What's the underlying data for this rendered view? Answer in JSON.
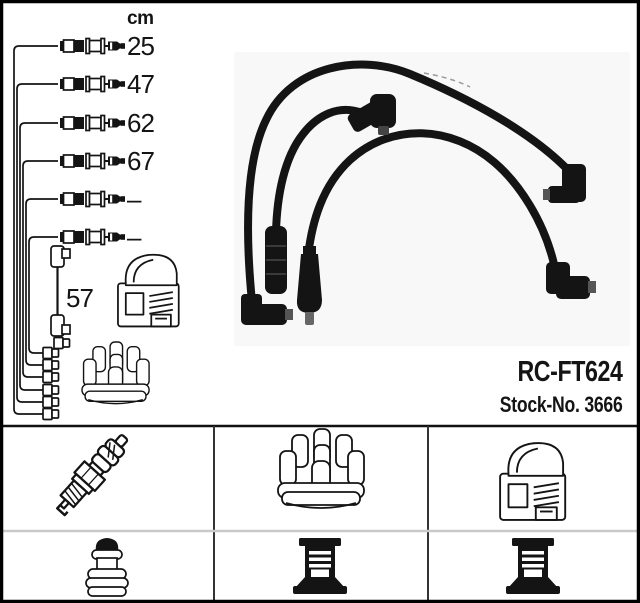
{
  "measurements": {
    "unit_label": "cm",
    "cable_lengths_cm": [
      "25",
      "47",
      "62",
      "67",
      "–",
      "–"
    ],
    "coil_cable_length_cm": "57"
  },
  "product": {
    "part_number": "RC-FT624",
    "stock_number": "Stock-No. 3666"
  },
  "parts_grid": {
    "row1_icons": [
      "spark-plug-icon",
      "distributor-cap-icon",
      "ignition-coil-icon"
    ],
    "row2_icons": [
      "plug-boot-icon",
      "terminal-post-icon",
      "terminal-post-icon"
    ]
  },
  "left_diagram_icons": [
    "cable-connector-icon",
    "terminal-stub-icon",
    "ignition-coil-icon",
    "distributor-cap-icon"
  ],
  "colors": {
    "line_art": "#141414",
    "divider_light": "#c9c9c9",
    "border": "#000000",
    "photo_background": "#f7f7f7"
  }
}
